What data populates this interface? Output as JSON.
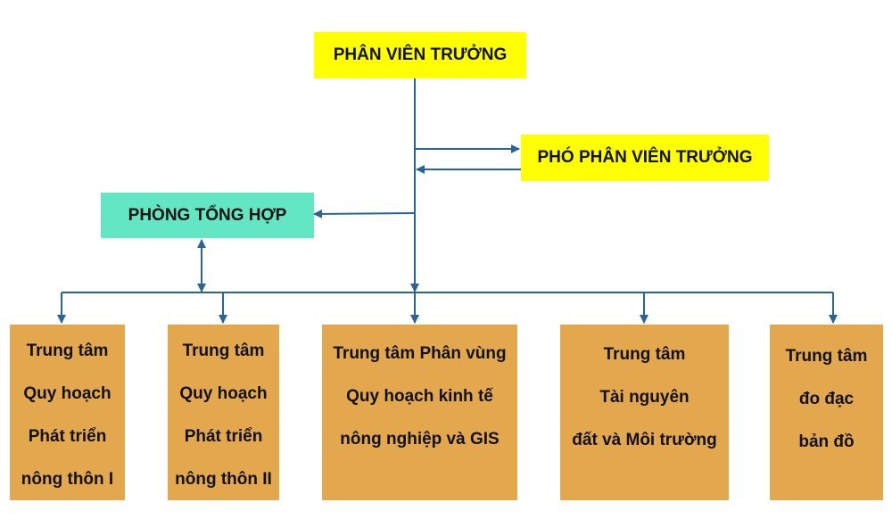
{
  "colors": {
    "leader": "#FFFF00",
    "office": "#63E6C4",
    "unit": "#E3A84D",
    "connector": "#2A6496"
  },
  "head": {
    "title": "PHÂN VIÊN TRƯỞNG",
    "deputy": "PHÓ PHÂN VIÊN TRƯỞNG",
    "office": "PHÒNG TỔNG HỢP"
  },
  "units": [
    {
      "lines": [
        "Trung tâm",
        "Quy hoạch",
        "Phát triển",
        "nông thôn I"
      ]
    },
    {
      "lines": [
        "Trung tâm",
        "Quy hoạch",
        "Phát triển",
        "nông thôn II"
      ]
    },
    {
      "lines": [
        "Trung tâm Phân vùng",
        "Quy hoạch kinh tế",
        "nông nghiệp và GIS"
      ]
    },
    {
      "lines": [
        "Trung tâm",
        "Tài nguyên",
        "đất và Môi trường"
      ]
    },
    {
      "lines": [
        "Trung tâm",
        "đo đạc",
        "bản đồ"
      ]
    }
  ]
}
